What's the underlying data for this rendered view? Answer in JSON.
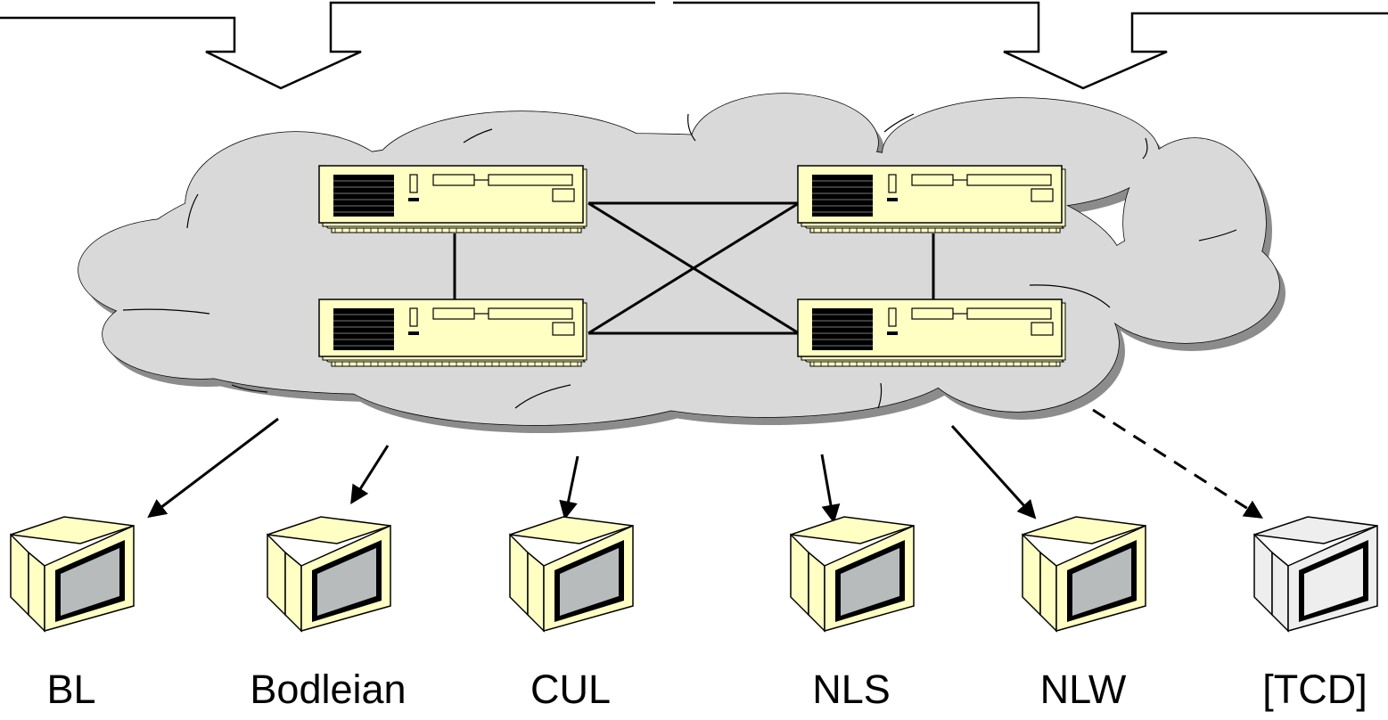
{
  "colors": {
    "cloud_fill": "#d9d9d9",
    "cloud_shadow": "#8c8c8c",
    "device_fill": "#ffffc4",
    "device_muted_fill": "#eeeeee",
    "screen_fill": "#b8bbbc",
    "screen_muted_fill": "#eeeeee",
    "stroke": "#000000"
  },
  "icons": {
    "server": "server-icon",
    "terminal": "monitor-icon",
    "input_arrow": "down-arrow-icon"
  },
  "servers": [
    {
      "id": "server-top-left"
    },
    {
      "id": "server-top-right"
    },
    {
      "id": "server-bottom-left"
    },
    {
      "id": "server-bottom-right"
    }
  ],
  "terminals": [
    {
      "label": "BL",
      "style": "normal",
      "link": "solid"
    },
    {
      "label": "Bodleian",
      "style": "normal",
      "link": "solid"
    },
    {
      "label": "CUL",
      "style": "normal",
      "link": "solid"
    },
    {
      "label": "NLS",
      "style": "normal",
      "link": "solid"
    },
    {
      "label": "NLW",
      "style": "normal",
      "link": "solid"
    },
    {
      "label": "[TCD]",
      "style": "muted",
      "link": "dashed"
    }
  ]
}
